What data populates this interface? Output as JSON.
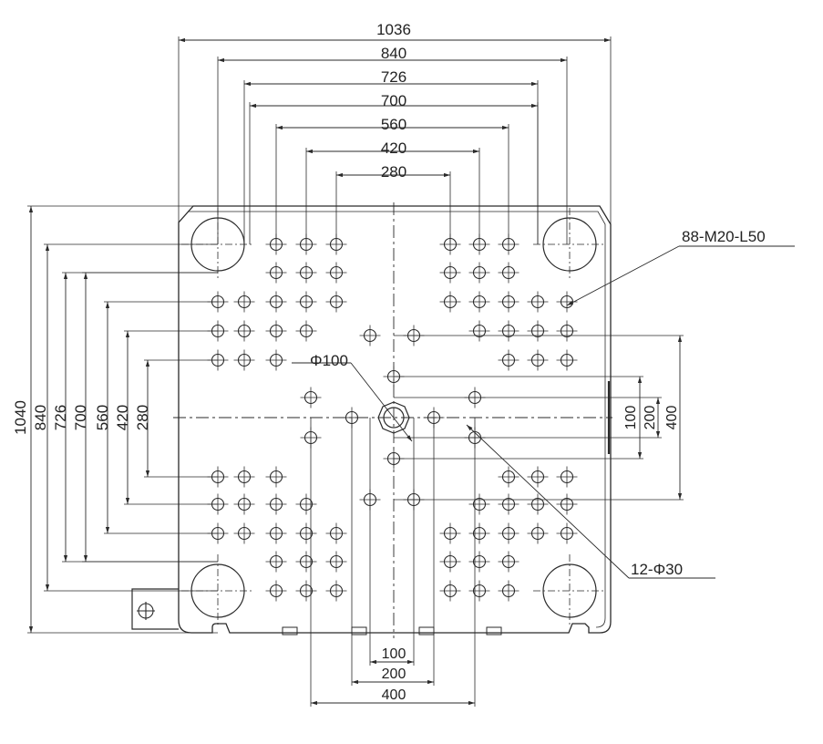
{
  "drawing": {
    "horizontal_dims_top": [
      "1036",
      "840",
      "726",
      "700",
      "560",
      "420",
      "280"
    ],
    "vertical_dims_left": [
      "1040",
      "840",
      "726",
      "700",
      "560",
      "420",
      "280"
    ],
    "vertical_dims_right": [
      "100",
      "200",
      "400"
    ],
    "horizontal_dims_bottom": [
      "100",
      "200",
      "400"
    ],
    "callout_thread": "88-M20-L50",
    "callout_center_hole": "Φ100",
    "callout_holes": "12-Φ30",
    "colors": {
      "line": "#2a2a2a",
      "background": "#ffffff"
    }
  }
}
